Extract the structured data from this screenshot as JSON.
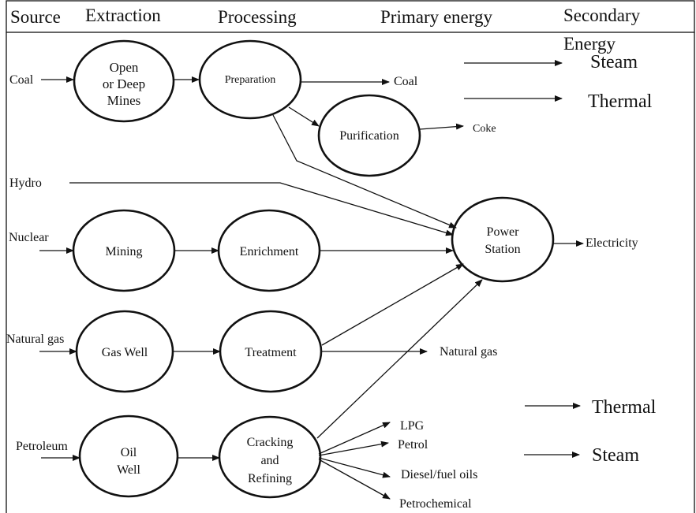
{
  "headers": {
    "source": "Source",
    "extraction": "Extraction",
    "processing": "Processing",
    "primary": "Primary energy",
    "secondary_1": "Secondary",
    "secondary_2": "Energy"
  },
  "sources": {
    "coal": "Coal",
    "hydro": "Hydro",
    "nuclear": "Nuclear",
    "natural_gas": "Natural gas",
    "petroleum": "Petroleum"
  },
  "nodes": {
    "mines_1": "Open",
    "mines_2": "or Deep",
    "mines_3": "Mines",
    "preparation": "Preparation",
    "purification": "Purification",
    "mining": "Mining",
    "enrichment": "Enrichment",
    "gas_well": "Gas Well",
    "treatment": "Treatment",
    "oil_well_1": "Oil",
    "oil_well_2": "Well",
    "cracking_1": "Cracking",
    "cracking_2": "and",
    "cracking_3": "Refining",
    "power_station_1": "Power",
    "power_station_2": "Station"
  },
  "outputs": {
    "coal": "Coal",
    "coke": "Coke",
    "electricity": "Electricity",
    "natural_gas": "Natural gas",
    "lpg": "LPG",
    "petrol": "Petrol",
    "diesel": "Diesel/fuel oils",
    "petrochemical": "Petrochemical"
  },
  "secondary": {
    "steam_top": "Steam",
    "thermal_top": "Thermal",
    "thermal_bottom": "Thermal",
    "steam_bottom": "Steam"
  }
}
